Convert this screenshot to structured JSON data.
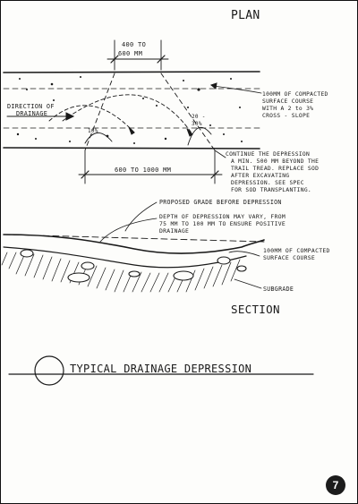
{
  "plan_title": "PLAN",
  "dim_top": [
    "400 TO",
    "600 MM"
  ],
  "direction_label": [
    "DIRECTION OF",
    "DRAINAGE"
  ],
  "slope_left": "10%",
  "slope_right": [
    "20 -",
    "30%"
  ],
  "dim_bottom": "600 TO 1000 MM",
  "note_surface_course": [
    "100MM OF COMPACTED",
    "SURFACE COURSE",
    "WITH A 2 to 3%",
    "CROSS - SLOPE"
  ],
  "note_continue": [
    "CONTINUE THE DEPRESSION",
    "A MIN. 500 MM BEYOND THE",
    "TRAIL TREAD. REPLACE SOD",
    "AFTER EXCAVATING",
    "DEPRESSION. SEE SPEC",
    "FOR SOD TRANSPLANTING."
  ],
  "note_proposed_grade": "PROPOSED GRADE BEFORE DEPRESSION",
  "note_depth": [
    "DEPTH OF DEPRESSION MAY VARY, FROM",
    "75 MM TO 100 MM TO ENSURE POSITIVE",
    "DRAINAGE"
  ],
  "note_surface_section": [
    "100MM OF COMPACTED",
    "SURFACE COURSE"
  ],
  "note_subgrade": "SUBGRADE",
  "section_title": "SECTION",
  "figure_title": "TYPICAL DRAINAGE DEPRESSION",
  "page_number": "7"
}
